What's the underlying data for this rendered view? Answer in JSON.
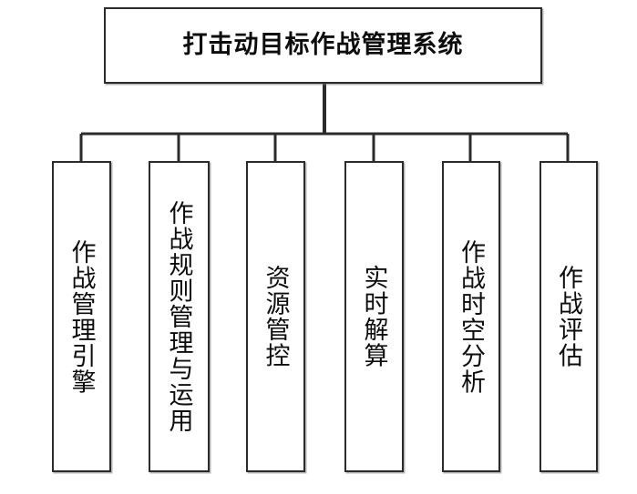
{
  "diagram": {
    "type": "org-chart",
    "orientation": "top-down",
    "background_color": "#ffffff",
    "line_color": "#2b2b2b",
    "text_color": "#0d0d0d",
    "root": {
      "label": "打击动目标作战管理系统"
    },
    "children": [
      {
        "label": "作战管理引擎"
      },
      {
        "label": "作战规则管理与运用"
      },
      {
        "label": "资源管控"
      },
      {
        "label": "实时解算"
      },
      {
        "label": "作战时空分析"
      },
      {
        "label": "作战评估"
      }
    ]
  }
}
